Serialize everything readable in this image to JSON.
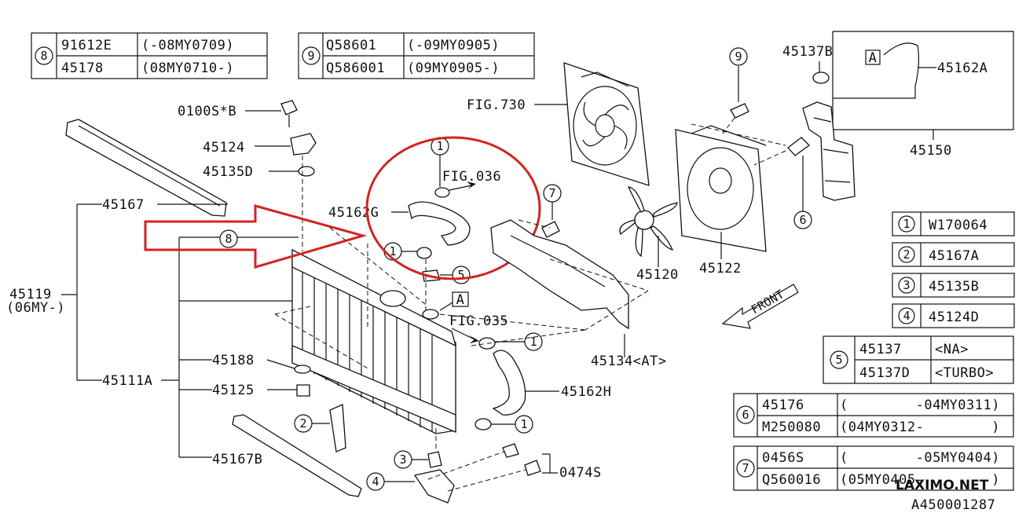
{
  "footer": {
    "watermark": "LAXIMO.NET",
    "diagram_id": "A450001287"
  },
  "tables": {
    "t8": {
      "num": "8",
      "rows": [
        [
          "91612E",
          "(-08MY0709)"
        ],
        [
          "45178",
          "(08MY0710-)"
        ]
      ]
    },
    "t9": {
      "num": "9",
      "rows": [
        [
          "Q58601",
          "(-09MY0905)"
        ],
        [
          "Q586001",
          "(09MY0905-)"
        ]
      ]
    },
    "t5": {
      "num": "5",
      "rows": [
        [
          "45137",
          "<NA>"
        ],
        [
          "45137D",
          "<TURBO>"
        ]
      ]
    },
    "t6": {
      "num": "6",
      "rows": [
        [
          "45176",
          "(        -04MY0311)"
        ],
        [
          "M250080",
          "(04MY0312-        )"
        ]
      ]
    },
    "t7": {
      "num": "7",
      "rows": [
        [
          "0456S",
          "(        -05MY0404)"
        ],
        [
          "Q560016",
          "(05MY0405-        )"
        ]
      ]
    }
  },
  "legend": [
    {
      "num": "1",
      "part": "W170064"
    },
    {
      "num": "2",
      "part": "45167A"
    },
    {
      "num": "3",
      "part": "45135B"
    },
    {
      "num": "4",
      "part": "45124D"
    }
  ],
  "labels": {
    "l_0100s": "0100S*B",
    "l_45124": "45124",
    "l_45135d": "45135D",
    "l_45167": "45167",
    "l_45119": "45119",
    "l_06my": "(06MY-)",
    "l_45111a": "45111A",
    "l_45188": "45188",
    "l_45125": "45125",
    "l_45167b": "45167B",
    "l_45162g": "45162G",
    "l_fig036": "FIG.036",
    "l_fig035": "FIG.035",
    "l_45162h": "45162H",
    "l_0474s": "0474S",
    "l_45134": "45134<AT>",
    "l_fig730": "FIG.730",
    "l_45120": "45120",
    "l_45122": "45122",
    "l_45137b": "45137B",
    "l_45162a": "45162A",
    "l_45150": "45150",
    "l_front": "FRONT",
    "l_a1": "A",
    "l_a2": "A"
  },
  "callouts": {
    "c1a": "1",
    "c1b": "1",
    "c1c": "1",
    "c1d": "1",
    "c2": "2",
    "c3": "3",
    "c4": "4",
    "c5": "5",
    "c6": "6",
    "c7": "7",
    "c8": "8",
    "c9": "9"
  }
}
